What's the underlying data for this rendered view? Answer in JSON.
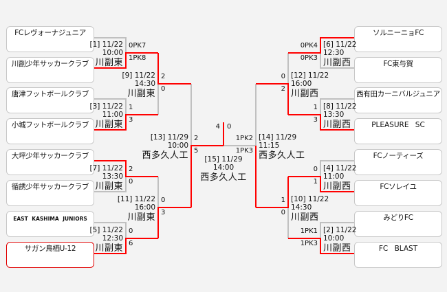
{
  "colors": {
    "win": "#ff0000",
    "lose": "#c0c0c0",
    "champion_border": "#e00000"
  },
  "left_teams": [
    {
      "name": "FCレヴォーナジュニア"
    },
    {
      "name": "川副少年サッカークラブ"
    },
    {
      "name": "唐津フットボールクラブ"
    },
    {
      "name": "小城フットボールクラブ"
    },
    {
      "name": "大坪少年サッカークラブ"
    },
    {
      "name": "循誘少年サッカークラブ"
    },
    {
      "name": "EAST KASHIMA JUNIORS"
    },
    {
      "name": "サガン鳥栖U-12"
    }
  ],
  "right_teams": [
    {
      "name": "ソルニーニョFC"
    },
    {
      "name": "FC東与賀"
    },
    {
      "name": "西有田カーニバルジュニア"
    },
    {
      "name": "PLEASURE SC"
    },
    {
      "name": "FCノーティーズ"
    },
    {
      "name": "FCソレイユ"
    },
    {
      "name": "みどりFC"
    },
    {
      "name": "FC BLAST"
    }
  ],
  "matches": {
    "m1": {
      "label": "[1] 11/22",
      "time": "10:00",
      "venue": "川副東",
      "score_top": "0PK7",
      "score_bottom": "1PK8"
    },
    "m3": {
      "label": "[3] 11/22",
      "time": "11:00",
      "venue": "川副東",
      "score_top": "1",
      "score_bottom": "3"
    },
    "m7": {
      "label": "[7] 11/22",
      "time": "13:30",
      "venue": "川副東",
      "score_top": "2",
      "score_bottom": "0"
    },
    "m5": {
      "label": "[5] 11/22",
      "time": "12:30",
      "venue": "川副東",
      "score_top": "0",
      "score_bottom": "6"
    },
    "m9": {
      "label": "[9] 11/22",
      "time": "14:30",
      "venue": "川副東",
      "score_top": "2",
      "score_bottom": "0"
    },
    "m11": {
      "label": "[11] 11/22",
      "time": "16:00",
      "venue": "川副東",
      "score_top": "0",
      "score_bottom": "3"
    },
    "m13": {
      "label": "[13] 11/29",
      "time": "10:00",
      "venue": "西多久人工",
      "score_top": "2",
      "score_bottom": "5"
    },
    "m15": {
      "label": "[15] 11/29",
      "time": "14:00",
      "venue": "西多久人工",
      "score_left": "4",
      "score_right": "0"
    },
    "m14": {
      "label": "[14] 11/29",
      "time": "11:15",
      "venue": "西多久人工",
      "score_top": "1PK2",
      "score_bottom": "1PK3"
    },
    "m12": {
      "label": "[12] 11/22",
      "time": "16:00",
      "venue": "川副西",
      "score_top": "0",
      "score_bottom": "2"
    },
    "m10": {
      "label": "[10] 11/22",
      "time": "14:30",
      "venue": "川副西",
      "score_top": "1",
      "score_bottom": "0"
    },
    "m6": {
      "label": "[6] 11/22",
      "time": "12:30",
      "venue": "川副西",
      "score_top": "0PK4",
      "score_bottom": "0PK3"
    },
    "m8": {
      "label": "[8] 11/22",
      "time": "13:30",
      "venue": "川副西",
      "score_top": "1",
      "score_bottom": "3"
    },
    "m4": {
      "label": "[4] 11/22",
      "time": "11:00",
      "venue": "川副西",
      "score_top": "0",
      "score_bottom": "1"
    },
    "m2": {
      "label": "[2] 11/22",
      "time": "10:00",
      "venue": "川副西",
      "score_top": "1PK1",
      "score_bottom": "1PK3"
    }
  }
}
